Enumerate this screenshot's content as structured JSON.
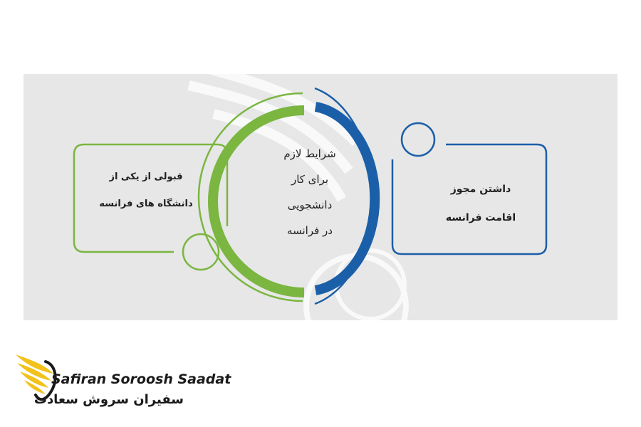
{
  "diagram": {
    "center_lines": [
      "شرایط لازم",
      "برای کار",
      "دانشجویی",
      "در فرانسه"
    ],
    "left_box_lines": [
      "قبولی از یکی از",
      "دانشگاه های فرانسه"
    ],
    "right_box_lines": [
      "داشتن مجوز",
      "اقامت فرانسه"
    ]
  },
  "logo": {
    "name_en": "Safiran Soroosh Saadat",
    "name_fa": "سفیران سروش سعادت"
  },
  "colors": {
    "green": "#7ab640",
    "blue": "#1b5fa8",
    "panel": "#e7e7e7",
    "gold": "#f2c21a"
  }
}
